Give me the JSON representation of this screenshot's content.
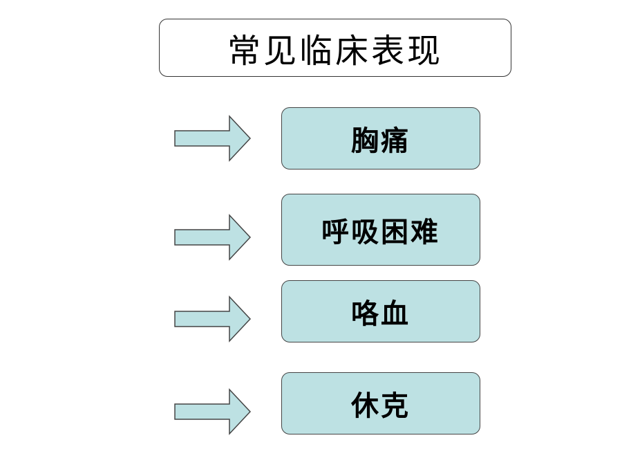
{
  "title": "常见临床表现",
  "colors": {
    "box_fill": "#bde1e3",
    "arrow_fill": "#bde1e3",
    "outline": "#444444"
  },
  "items": [
    {
      "label": "胸痛"
    },
    {
      "label": "呼吸困难"
    },
    {
      "label": "咯血"
    },
    {
      "label": "休克"
    }
  ]
}
